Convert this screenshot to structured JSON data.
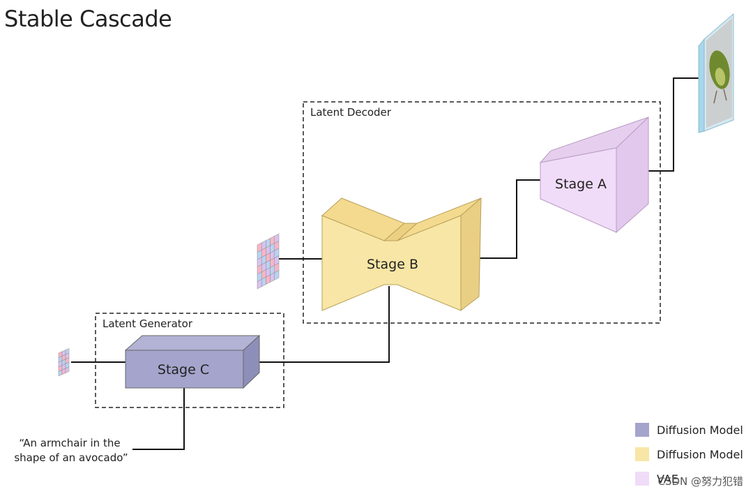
{
  "title": "Stable Cascade",
  "groups": {
    "decoder": "Latent Decoder",
    "generator": "Latent Generator"
  },
  "stages": {
    "a": "Stage A",
    "b": "Stage B",
    "c": "Stage C"
  },
  "prompt": {
    "line1": "“An armchair in the",
    "line2": "shape of an avocado”"
  },
  "legend": [
    {
      "label": "Diffusion Model",
      "color": "#a4a4cc"
    },
    {
      "label": "Diffusion Model",
      "color": "#f8e6a6"
    },
    {
      "label": "VAE",
      "color": "#f0dcf8"
    }
  ],
  "watermark": "CSDN @努力犯错",
  "colors": {
    "stage_c": "#a4a4cc",
    "stage_b": "#f8e6a6",
    "stage_a": "#f0dcf8"
  }
}
